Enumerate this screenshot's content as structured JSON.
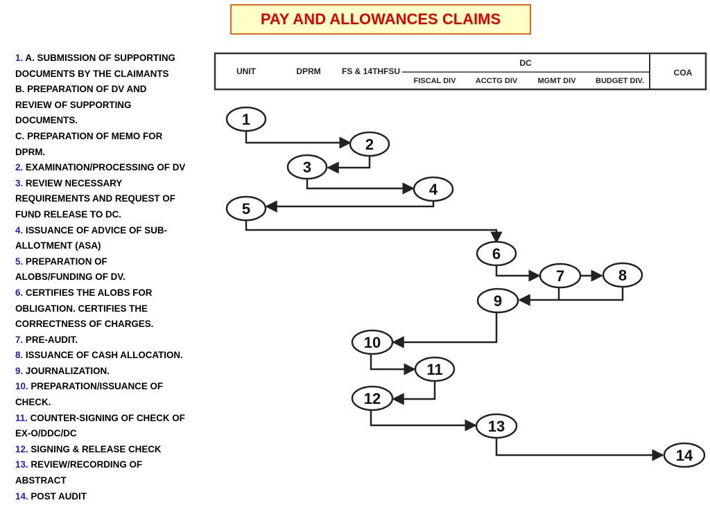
{
  "title": "PAY AND ALLOWANCES CLAIMS",
  "steps": [
    {
      "num": "1.",
      "lines": [
        "A. SUBMISSION OF SUPPORTING",
        "DOCUMENTS BY THE CLAIMANTS",
        "B. PREPARATION OF DV AND",
        "REVIEW OF SUPPORTING",
        "DOCUMENTS.",
        "C. PREPARATION OF MEMO FOR",
        "DPRM."
      ]
    },
    {
      "num": "2.",
      "lines": [
        "EXAMINATION/PROCESSING OF DV"
      ]
    },
    {
      "num": "3.",
      "lines": [
        "REVIEW NECESSARY",
        "REQUIREMENTS AND REQUEST OF",
        "FUND RELEASE TO DC."
      ]
    },
    {
      "num": "4.",
      "lines": [
        "ISSUANCE OF ADVICE OF SUB-",
        "ALLOTMENT (ASA)"
      ]
    },
    {
      "num": "5.",
      "lines": [
        "PREPARATION OF",
        "ALOBS/FUNDING OF DV."
      ]
    },
    {
      "num": "6.",
      "lines": [
        "CERTIFIES THE ALOBS FOR",
        "OBLIGATION. CERTIFIES THE",
        "CORRECTNESS OF CHARGES."
      ]
    },
    {
      "num": "7.",
      "lines": [
        "PRE-AUDIT."
      ]
    },
    {
      "num": "8.",
      "lines": [
        "ISSUANCE OF CASH ALLOCATION."
      ]
    },
    {
      "num": "9.",
      "lines": [
        "JOURNALIZATION."
      ]
    },
    {
      "num": "10.",
      "lines": [
        "PREPARATION/ISSUANCE OF",
        "CHECK."
      ]
    },
    {
      "num": "11.",
      "lines": [
        "COUNTER-SIGNING OF CHECK OF",
        "EX-O/DDC/DC"
      ]
    },
    {
      "num": "12.",
      "lines": [
        "SIGNING & RELEASE CHECK"
      ]
    },
    {
      "num": "13.",
      "lines": [
        "REVIEW/RECORDING OF",
        "ABSTRACT"
      ]
    },
    {
      "num": "14.",
      "lines": [
        "POST AUDIT"
      ]
    }
  ],
  "header": {
    "columns": [
      "UNIT",
      "DPRM",
      "FS & 14THFSU",
      "DC",
      "COA"
    ],
    "dc_sub": [
      "FISCAL DIV",
      "ACCTG DIV",
      "MGMT DIV",
      "BUDGET DIV."
    ]
  },
  "nodes": [
    "1",
    "2",
    "3",
    "4",
    "5",
    "6",
    "7",
    "8",
    "9",
    "10",
    "11",
    "12",
    "13",
    "14"
  ],
  "colors": {
    "title_text": "#e00000",
    "title_border": "#e8661c",
    "title_bg": "#ffffc8",
    "step_number": "#1c1cd0"
  }
}
